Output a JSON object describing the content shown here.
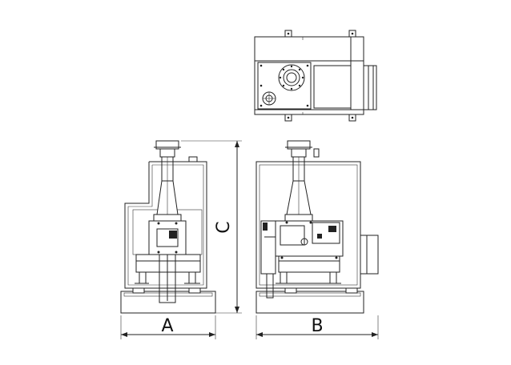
{
  "drawing": {
    "dimensions": {
      "width_front": "A",
      "width_side": "B",
      "height": "C"
    },
    "line_color": "#222222",
    "background": "#ffffff"
  }
}
